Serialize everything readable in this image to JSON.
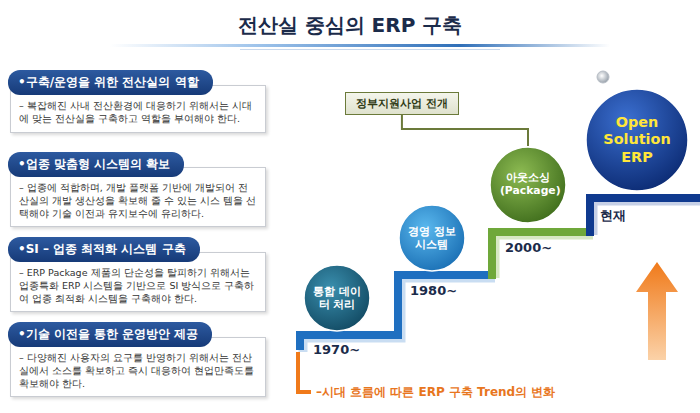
{
  "diagram": {
    "title": "전산실 중심의 ERP 구축",
    "caption": "–시대 흐름에 따른 ERP 구축 Trend의 변화",
    "nodes": [
      {
        "text": [
          "•구축/운영을 위한 전산실의 역할",
          "– 복잡해진 사내 전산환경에 대응하기 위해서는 시대에 맞는 전산실을 구축하고 역할을 부여해야 한다."
        ]
      },
      {
        "text": [
          "•업종 맞춤형 시스템의 확보",
          "– 업종에 적합하며, 개발 플랫폼 기반에 개발되어 전산실의 개발 생산성을 확보해 줄 수 있는 시스 템을 선택해야 기술 이전과 유지보수에 유리하다."
        ]
      },
      {
        "text": [
          "•SI – 업종 최적화 시스템 구축",
          "– ERP Package 제품의 단순성을 탈피하기 위해서는 업종특화 ERP 시스템을 기반으로 SI 방식으로 구축하여 업종 최적화 시스템을 구축해야 한다."
        ]
      },
      {
        "text": [
          "•기술 이전을 통한 운영방안 제공",
          "– 다양해진 사용자의 요구를 반영하기 위해서는 전산실에서 소스를 확보하고 즉시 대응하여 현업만족도를 확보해야 한다."
        ]
      },
      {
        "text": [
          "정부지원사업 전개"
        ]
      },
      {
        "text": [
          "통합 데이터 처리"
        ]
      },
      {
        "text": [
          "경영 정보 시스템"
        ]
      },
      {
        "text": [
          "아웃소싱 (Package)"
        ]
      },
      {
        "text": [
          "Open Solution ERP"
        ]
      }
    ],
    "edges": [
      {
        "from": 4,
        "to": 7,
        "arrow": "none"
      }
    ],
    "labels": [
      "1970~",
      "1980~",
      "2000~",
      "현재"
    ]
  }
}
